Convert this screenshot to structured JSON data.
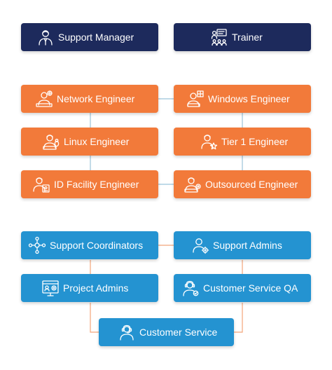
{
  "colors": {
    "navy": "#1d2a5c",
    "orange": "#f27a3a",
    "blue": "#2493d1",
    "connector_orange": "#9bc3d9",
    "connector_blue": "#f2a57a"
  },
  "management": [
    {
      "label": "Support Manager",
      "icon": "manager-icon"
    },
    {
      "label": "Trainer",
      "icon": "trainer-icon"
    }
  ],
  "engineers": [
    {
      "label": "Network Engineer",
      "icon": "network-engineer-icon"
    },
    {
      "label": "Windows Engineer",
      "icon": "windows-engineer-icon"
    },
    {
      "label": "Linux Engineer",
      "icon": "linux-engineer-icon"
    },
    {
      "label": "Tier 1 Engineer",
      "icon": "tier1-engineer-icon"
    },
    {
      "label": "ID Facility Engineer",
      "icon": "id-facility-engineer-icon"
    },
    {
      "label": "Outsourced Engineer",
      "icon": "outsourced-engineer-icon"
    }
  ],
  "support": [
    {
      "label": "Support Coordinators",
      "icon": "coordinators-icon"
    },
    {
      "label": "Support Admins",
      "icon": "admins-icon"
    },
    {
      "label": "Project Admins",
      "icon": "project-admins-icon"
    },
    {
      "label": "Customer Service QA",
      "icon": "customer-service-qa-icon"
    },
    {
      "label": "Customer Service",
      "icon": "customer-service-icon"
    }
  ]
}
